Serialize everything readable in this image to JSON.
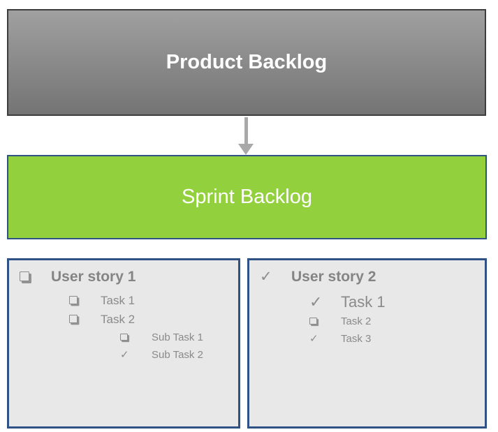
{
  "flow": {
    "product_backlog_label": "Product Backlog",
    "sprint_backlog_label": "Sprint Backlog"
  },
  "colors": {
    "product-top": "#a0a0a0",
    "product-bottom": "#747474",
    "product-border": "#3d3d3d",
    "sprint-fill": "#92d13d",
    "accent-border": "#2f5184",
    "card-fill": "#e8e8e8",
    "arrow": "#a9a9a9",
    "text-gray": "#8a8a8a"
  },
  "icons": {
    "checkbox-icon": "❑",
    "check-icon": "✓",
    "down-arrow-icon": "▼"
  },
  "cards": [
    {
      "title": "User story 1",
      "title_state": "unchecked",
      "items": [
        {
          "label": "Task 1",
          "state": "unchecked"
        },
        {
          "label": "Task 2",
          "state": "unchecked"
        },
        {
          "label": "Sub Task 1",
          "state": "unchecked"
        },
        {
          "label": "Sub Task 2",
          "state": "checked"
        }
      ]
    },
    {
      "title": "User story 2",
      "title_state": "checked",
      "items": [
        {
          "label": "Task 1",
          "state": "checked"
        },
        {
          "label": "Task 2",
          "state": "unchecked"
        },
        {
          "label": "Task 3",
          "state": "checked"
        }
      ]
    }
  ]
}
